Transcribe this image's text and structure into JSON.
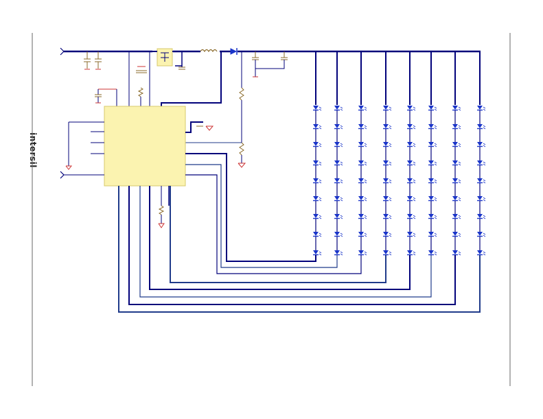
{
  "brand": {
    "logo_text": "intersil"
  },
  "colors": {
    "wire": "#00007a",
    "wire_light": "#1f3a8a",
    "led": "#1a35c9",
    "ic_fill": "#fbf3b0",
    "ic_stroke": "#d7c96b",
    "cap": "#8a6a2a",
    "ground_red": "#cc3333"
  },
  "diagram": {
    "led_columns": 8,
    "leds_per_column": 9
  }
}
